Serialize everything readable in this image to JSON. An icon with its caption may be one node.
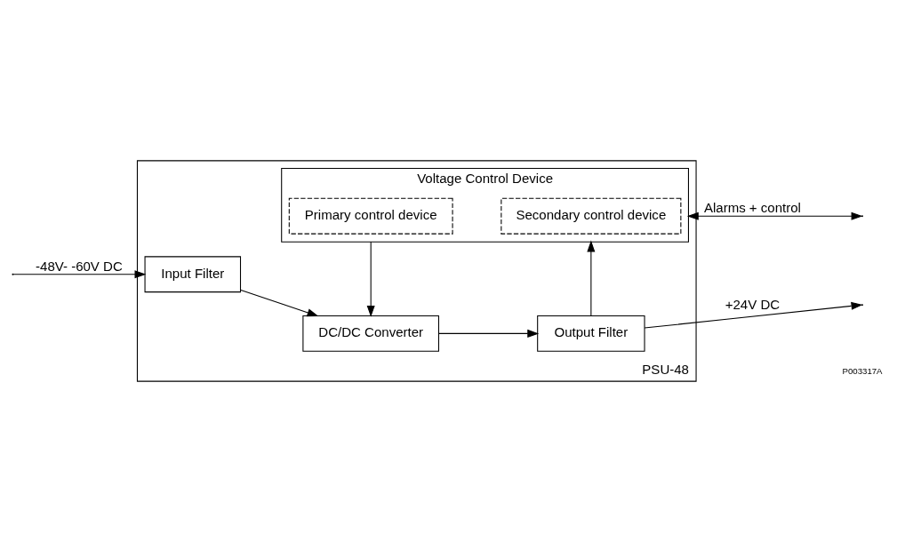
{
  "diagram": {
    "nodes": [
      {
        "text": [
          "PSU-48"
        ]
      },
      {
        "text": [
          "Voltage Control Device"
        ],
        "in": 0
      },
      {
        "text": [
          "Primary control device"
        ],
        "in": 1
      },
      {
        "text": [
          "Secondary control device"
        ],
        "in": 1
      },
      {
        "text": [
          "Input Filter"
        ],
        "in": 0
      },
      {
        "text": [
          "DC/DC Converter"
        ],
        "in": 0
      },
      {
        "text": [
          "Output Filter"
        ],
        "in": 0
      }
    ],
    "edges": [
      {
        "from": null,
        "to": 4,
        "arrow": "to",
        "label": "-48V- -60V DC"
      },
      {
        "from": 4,
        "to": 5,
        "arrow": "to"
      },
      {
        "from": 5,
        "to": 6,
        "arrow": "to"
      },
      {
        "from": 1,
        "to": 5,
        "arrow": "to"
      },
      {
        "from": 6,
        "to": 1,
        "arrow": "to"
      },
      {
        "from": 1,
        "to": null,
        "arrow": "both",
        "label": "Alarms + control"
      },
      {
        "from": 6,
        "to": null,
        "arrow": "to",
        "label": "+24V DC"
      }
    ],
    "labels": [
      "P003317A"
    ]
  }
}
